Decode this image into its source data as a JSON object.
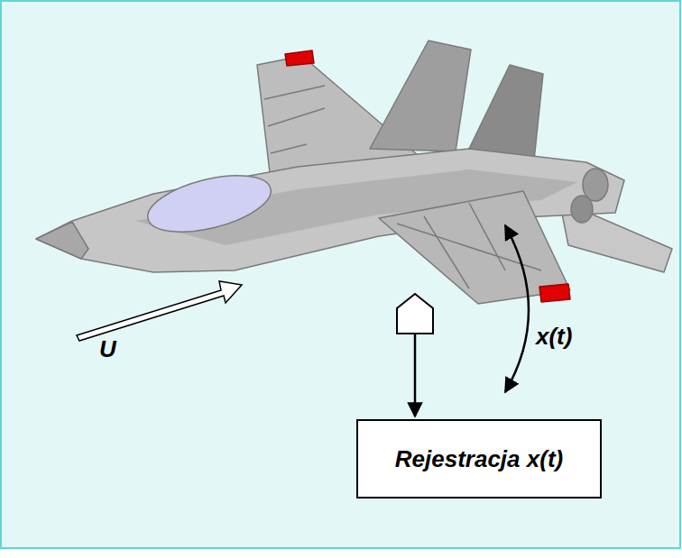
{
  "diagram": {
    "nodes": [
      {
        "text": [
          "Rejestracja x(t)"
        ]
      }
    ],
    "labels": [
      "U",
      "x(t)"
    ]
  }
}
